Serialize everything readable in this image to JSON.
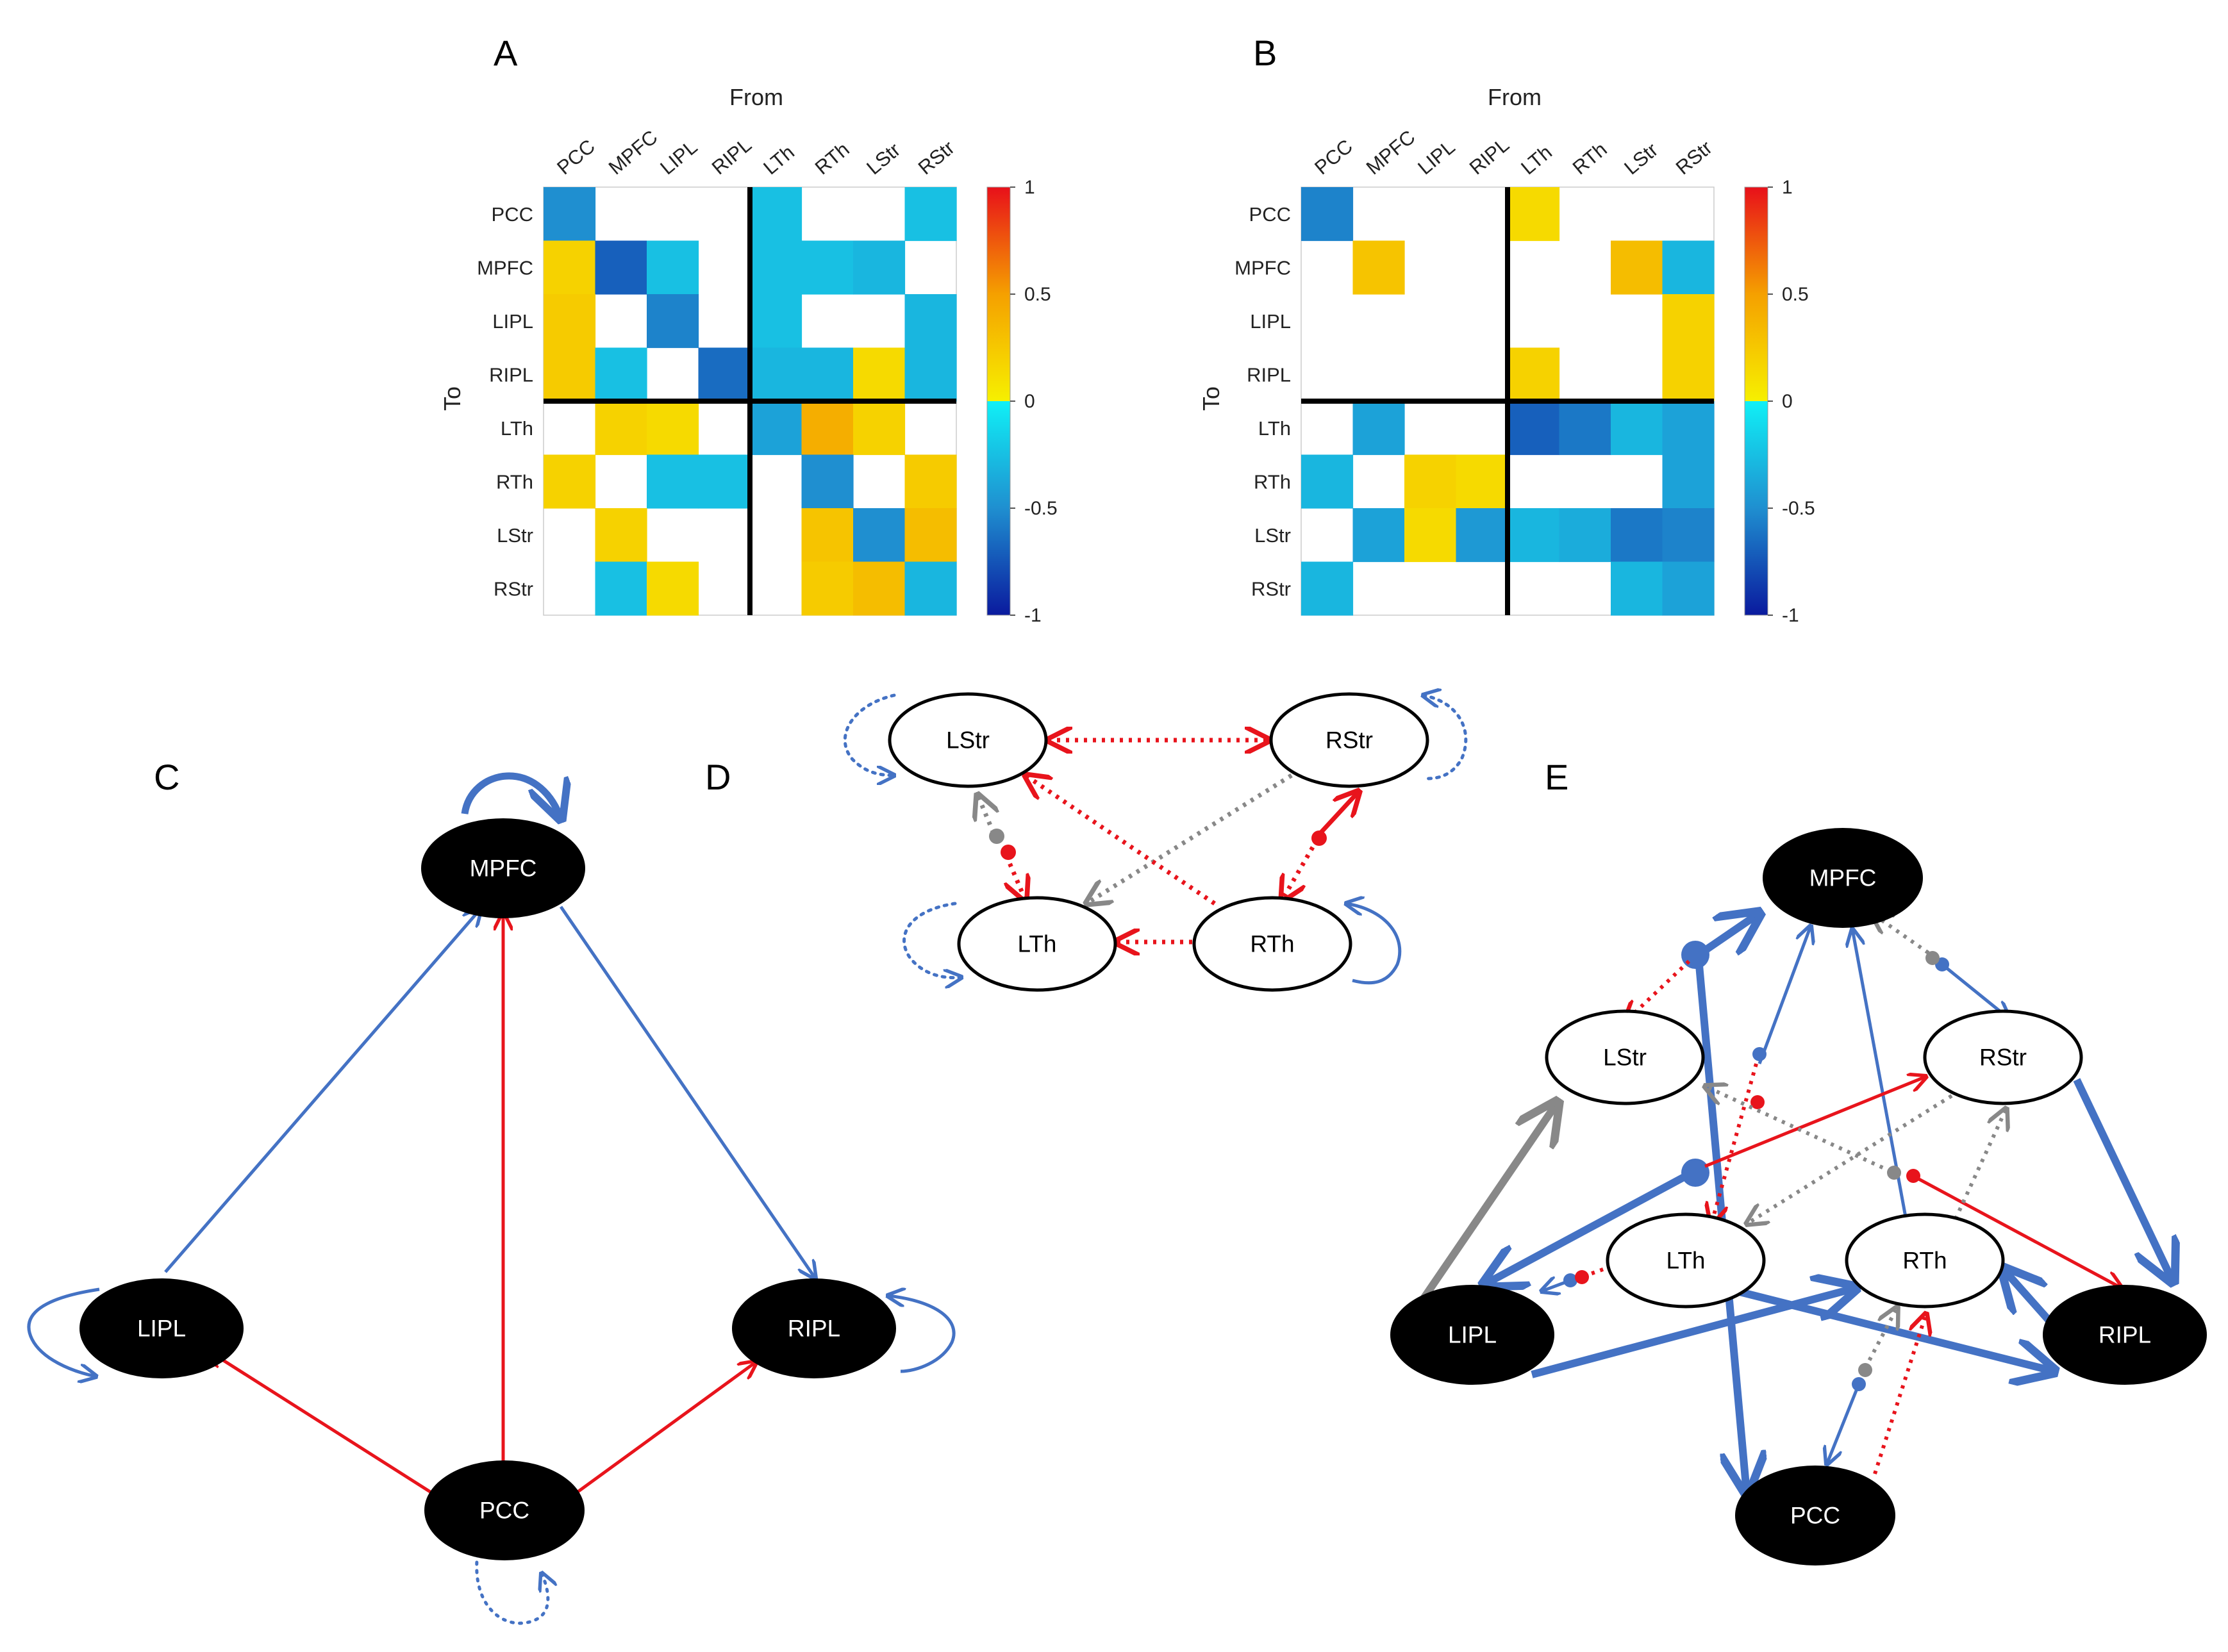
{
  "panels": {
    "A": {
      "letter": "A",
      "x_title": "From",
      "y_title": "To",
      "rows": [
        "PCC",
        "MPFC",
        "LIPL",
        "RIPL",
        "LTh",
        "RTh",
        "LStr",
        "RStr"
      ],
      "cols": [
        "PCC",
        "MPFC",
        "LIPL",
        "RIPL",
        "LTh",
        "RTh",
        "LStr",
        "RStr"
      ],
      "matrix": [
        [
          -0.5,
          0,
          0,
          0,
          -0.25,
          0,
          0,
          -0.25
        ],
        [
          0.15,
          -0.7,
          -0.25,
          0,
          -0.25,
          -0.25,
          -0.3,
          0
        ],
        [
          0.2,
          0,
          -0.55,
          0,
          -0.25,
          0,
          0,
          -0.3
        ],
        [
          0.2,
          -0.25,
          0,
          -0.65,
          -0.3,
          -0.3,
          0.1,
          -0.3
        ],
        [
          0,
          0.15,
          0.1,
          0,
          -0.4,
          0.4,
          0.15,
          0
        ],
        [
          0.15,
          0,
          -0.25,
          -0.25,
          0,
          -0.5,
          0,
          0.2
        ],
        [
          0,
          0.15,
          0,
          0,
          0,
          0.25,
          -0.5,
          0.3
        ],
        [
          0,
          -0.25,
          0.1,
          0,
          0,
          0.2,
          0.3,
          -0.3
        ]
      ],
      "colorbar": {
        "ticks": [
          "1",
          "0.5",
          "0",
          "-0.5",
          "-1"
        ]
      }
    },
    "B": {
      "letter": "B",
      "x_title": "From",
      "y_title": "To",
      "rows": [
        "PCC",
        "MPFC",
        "LIPL",
        "RIPL",
        "LTh",
        "RTh",
        "LStr",
        "RStr"
      ],
      "cols": [
        "PCC",
        "MPFC",
        "LIPL",
        "RIPL",
        "LTh",
        "RTh",
        "LStr",
        "RStr"
      ],
      "matrix": [
        [
          -0.55,
          0,
          0,
          0,
          0.1,
          0,
          0,
          0
        ],
        [
          0,
          0.25,
          0,
          0,
          0,
          0,
          0.3,
          -0.3
        ],
        [
          0,
          0,
          0,
          0,
          0,
          0,
          0,
          0.15
        ],
        [
          0,
          0,
          0,
          0,
          0.15,
          0,
          0,
          0.15
        ],
        [
          0,
          -0.4,
          0,
          0,
          -0.7,
          -0.6,
          -0.3,
          -0.4
        ],
        [
          -0.3,
          0,
          0.15,
          0.1,
          0,
          0,
          0,
          -0.4
        ],
        [
          0,
          -0.4,
          0.1,
          -0.45,
          -0.3,
          -0.35,
          -0.6,
          -0.55
        ],
        [
          -0.3,
          0,
          0,
          0,
          0,
          0,
          -0.3,
          -0.4
        ]
      ],
      "colorbar": {
        "ticks": [
          "1",
          "0.5",
          "0",
          "-0.5",
          "-1"
        ]
      }
    },
    "C": {
      "letter": "C",
      "nodes": [
        {
          "id": "MPFC",
          "label": "MPFC",
          "fill": "black"
        },
        {
          "id": "LIPL",
          "label": "LIPL",
          "fill": "black"
        },
        {
          "id": "RIPL",
          "label": "RIPL",
          "fill": "black"
        },
        {
          "id": "PCC",
          "label": "PCC",
          "fill": "black"
        }
      ],
      "edges": [
        {
          "from": "LIPL",
          "to": "MPFC",
          "color": "#4472c4",
          "style": "solid",
          "weight": "thin"
        },
        {
          "from": "MPFC",
          "to": "RIPL",
          "color": "#4472c4",
          "style": "solid",
          "weight": "thin"
        },
        {
          "from": "PCC",
          "to": "MPFC",
          "color": "#e8141c",
          "style": "solid",
          "weight": "thin"
        },
        {
          "from": "PCC",
          "to": "LIPL",
          "color": "#e8141c",
          "style": "solid",
          "weight": "thin"
        },
        {
          "from": "PCC",
          "to": "RIPL",
          "color": "#e8141c",
          "style": "solid",
          "weight": "thin"
        }
      ],
      "self_loops": [
        {
          "node": "MPFC",
          "color": "#4472c4",
          "style": "solid",
          "weight": "thick"
        },
        {
          "node": "LIPL",
          "color": "#4472c4",
          "style": "solid",
          "weight": "thin"
        },
        {
          "node": "RIPL",
          "color": "#4472c4",
          "style": "solid",
          "weight": "thin"
        },
        {
          "node": "PCC",
          "color": "#4472c4",
          "style": "dotted",
          "weight": "thin"
        }
      ]
    },
    "D": {
      "letter": "D",
      "nodes": [
        {
          "id": "LStr",
          "label": "LStr",
          "fill": "white"
        },
        {
          "id": "RStr",
          "label": "RStr",
          "fill": "white"
        },
        {
          "id": "LTh",
          "label": "LTh",
          "fill": "white"
        },
        {
          "id": "RTh",
          "label": "RTh",
          "fill": "white"
        }
      ],
      "edges": [
        {
          "from": "LStr",
          "to": "RStr",
          "color": "#e8141c",
          "style": "dotted",
          "bidirectional": true
        },
        {
          "from": "RStr",
          "to": "LTh",
          "color": "#888888",
          "style": "dotted"
        },
        {
          "from": "RTh",
          "to": "LStr",
          "color": "#e8141c",
          "style": "dotted"
        },
        {
          "from": "RTh",
          "to": "LTh",
          "color": "#e8141c",
          "style": "dotted"
        },
        {
          "from": "RTh",
          "to": "RStr",
          "color": "#e8141c",
          "style": "mixed-bidirectional"
        },
        {
          "from": "LTh",
          "to": "LStr",
          "color": "#888888",
          "style": "mixed-bidirectional"
        }
      ],
      "self_loops": [
        {
          "node": "LStr",
          "color": "#4472c4",
          "style": "dotted"
        },
        {
          "node": "RStr",
          "color": "#4472c4",
          "style": "dotted"
        },
        {
          "node": "LTh",
          "color": "#4472c4",
          "style": "dotted"
        },
        {
          "node": "RTh",
          "color": "#4472c4",
          "style": "solid"
        }
      ]
    },
    "E": {
      "letter": "E",
      "nodes": [
        {
          "id": "MPFC",
          "label": "MPFC",
          "fill": "black"
        },
        {
          "id": "LStr",
          "label": "LStr",
          "fill": "white"
        },
        {
          "id": "RStr",
          "label": "RStr",
          "fill": "white"
        },
        {
          "id": "LTh",
          "label": "LTh",
          "fill": "white"
        },
        {
          "id": "RTh",
          "label": "RTh",
          "fill": "white"
        },
        {
          "id": "LIPL",
          "label": "LIPL",
          "fill": "black"
        },
        {
          "id": "RIPL",
          "label": "RIPL",
          "fill": "black"
        },
        {
          "id": "PCC",
          "label": "PCC",
          "fill": "black"
        }
      ]
    }
  }
}
